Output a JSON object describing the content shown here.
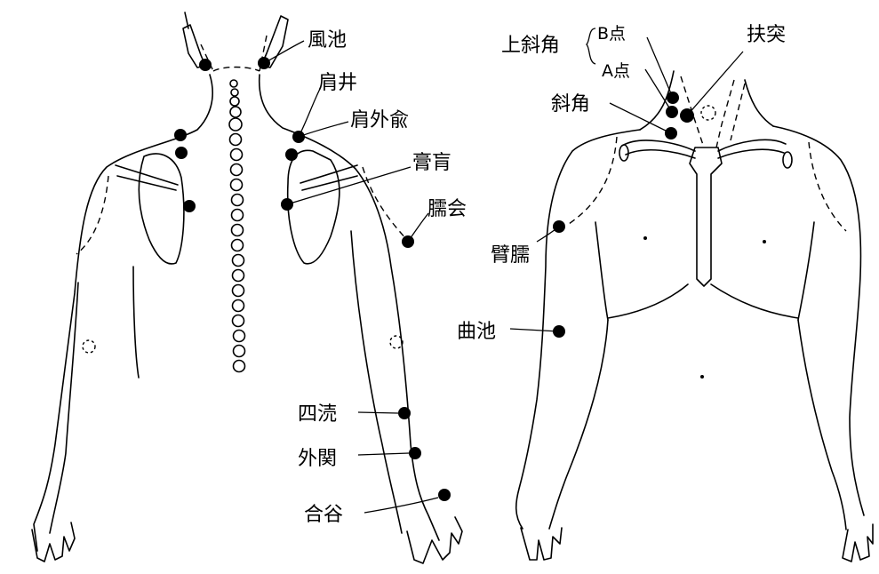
{
  "figure": {
    "points": {
      "fuuchi": "風池",
      "kensei": "肩井",
      "kengaiyu": "肩外兪",
      "koukou": "膏肓",
      "jue": "臑会",
      "shitoku": "四涜",
      "gaikan": "外関",
      "goukoku": "合谷",
      "joushakaku": "上斜角",
      "b_ten": "B点",
      "a_ten": "A点",
      "shakaku": "斜角",
      "futotsu": "扶突",
      "hiju": "臂臑",
      "kyokuchi": "曲池"
    }
  }
}
